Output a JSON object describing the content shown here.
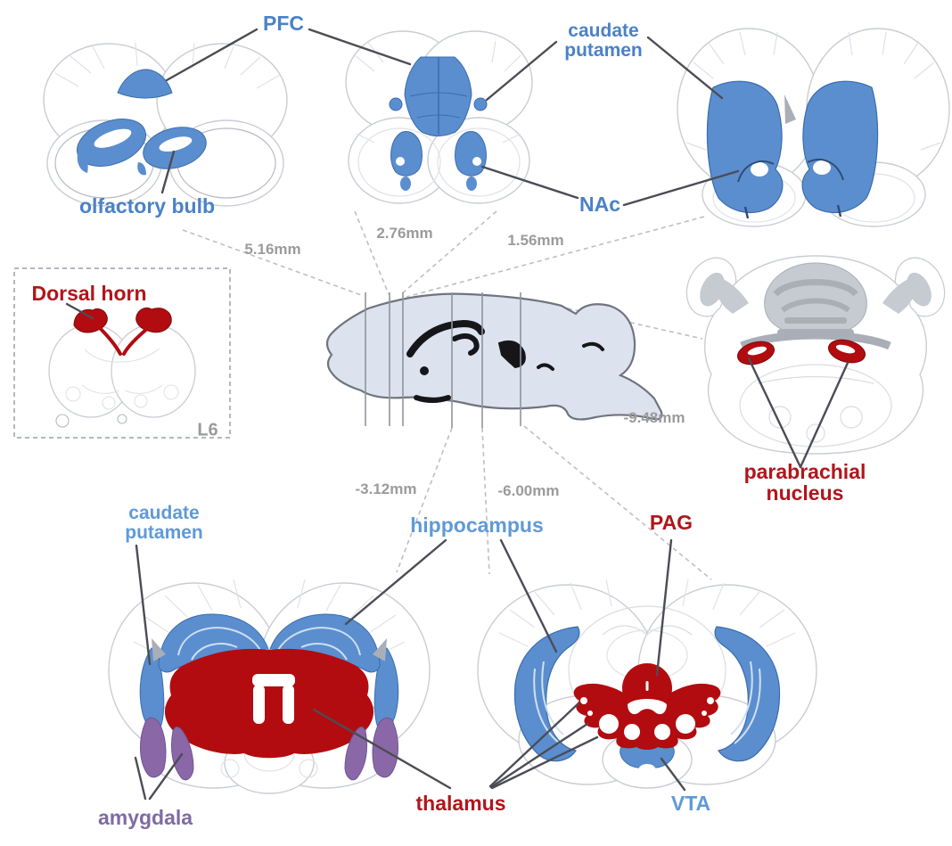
{
  "figure_title": "mouse brain region map",
  "labels": {
    "pfc": "PFC",
    "caudate_putamen_top": "caudate\nputamen",
    "nac": "NAc",
    "olfactory_bulb": "olfactory bulb",
    "dorsal_horn": "Dorsal horn",
    "spinal_level": "L6",
    "parabrachial_nucleus": "parabrachial nucleus",
    "caudate_putamen_bottom": "caudate\nputamen",
    "hippocampus": "hippocampus",
    "pag": "PAG",
    "amygdala": "amygdala",
    "thalamus": "thalamus",
    "vta": "VTA"
  },
  "coords": {
    "s516": "5.16mm",
    "s276": "2.76mm",
    "s156": "1.56mm",
    "s312": "-3.12mm",
    "s600": "-6.00mm",
    "s948": "-9.48mm"
  },
  "sections": [
    {
      "coordinate": "5.16mm",
      "regions": [
        "PFC",
        "olfactory bulb"
      ]
    },
    {
      "coordinate": "2.76mm",
      "regions": [
        "PFC",
        "caudate putamen",
        "NAc"
      ]
    },
    {
      "coordinate": "1.56mm",
      "regions": [
        "caudate putamen",
        "NAc"
      ]
    },
    {
      "coordinate": "-3.12mm",
      "regions": [
        "hippocampus",
        "thalamus",
        "caudate putamen",
        "amygdala"
      ]
    },
    {
      "coordinate": "-6.00mm",
      "regions": [
        "hippocampus",
        "PAG",
        "thalamus",
        "VTA"
      ]
    },
    {
      "coordinate": "-9.48mm",
      "regions": [
        "parabrachial nucleus"
      ]
    },
    {
      "coordinate": "L6",
      "regions": [
        "Dorsal horn"
      ]
    }
  ],
  "colors": {
    "region_blue": "#5b8ecf",
    "region_blue_border": "#3a6cae",
    "region_red": "#b20c10",
    "region_red_border": "#7e0a0c",
    "region_purple": "#8a68a8",
    "region_purple_border": "#6f5390",
    "label_blue": "#4a82c8",
    "label_light_blue": "#5f9ad7",
    "label_red": "#b1151b",
    "label_purple": "#7f6ba3",
    "coord_gray": "#9b9b9b",
    "outline_gray": "#c9cdd3",
    "outline_soft": "#dfe2e7",
    "gray_fill": "#a9aeb7",
    "gray_fill_light": "#c6cad1",
    "leader_line": "#4c4c55",
    "sagittal_fill": "#dde3ee",
    "sagittal_stroke": "#6f747e"
  }
}
